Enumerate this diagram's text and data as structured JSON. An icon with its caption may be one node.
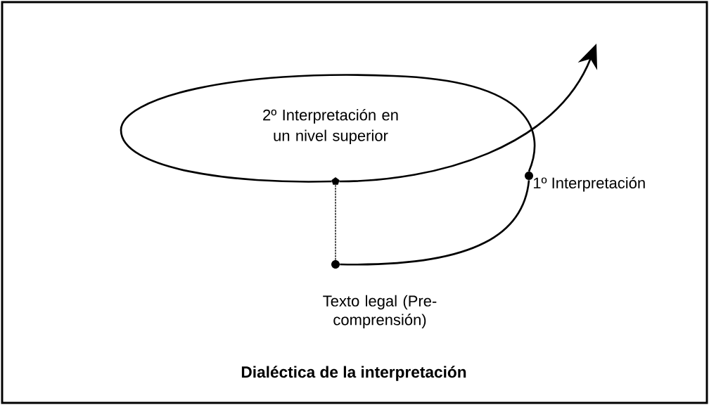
{
  "diagram": {
    "title": "Dialéctica de la interpretación",
    "nodes": [
      {
        "text": [],
        "shape": "circle",
        "beside": [
          "Texto legal (Pre-comprensión)"
        ]
      },
      {
        "text": [],
        "shape": "circle",
        "beside": [
          "1º Interpretación"
        ]
      },
      {
        "text": [],
        "shape": "pentagon"
      }
    ],
    "edges": [
      {
        "from": 0,
        "to": 1,
        "arrow": "none"
      },
      {
        "from": 1,
        "to": 2,
        "arrow": "none"
      },
      {
        "from": 2,
        "to": null,
        "arrow": "to"
      },
      {
        "from": 0,
        "to": 2,
        "arrow": "none",
        "style": "dashed"
      }
    ],
    "labels": [
      "2º Interpretación en un nivel superior"
    ]
  }
}
